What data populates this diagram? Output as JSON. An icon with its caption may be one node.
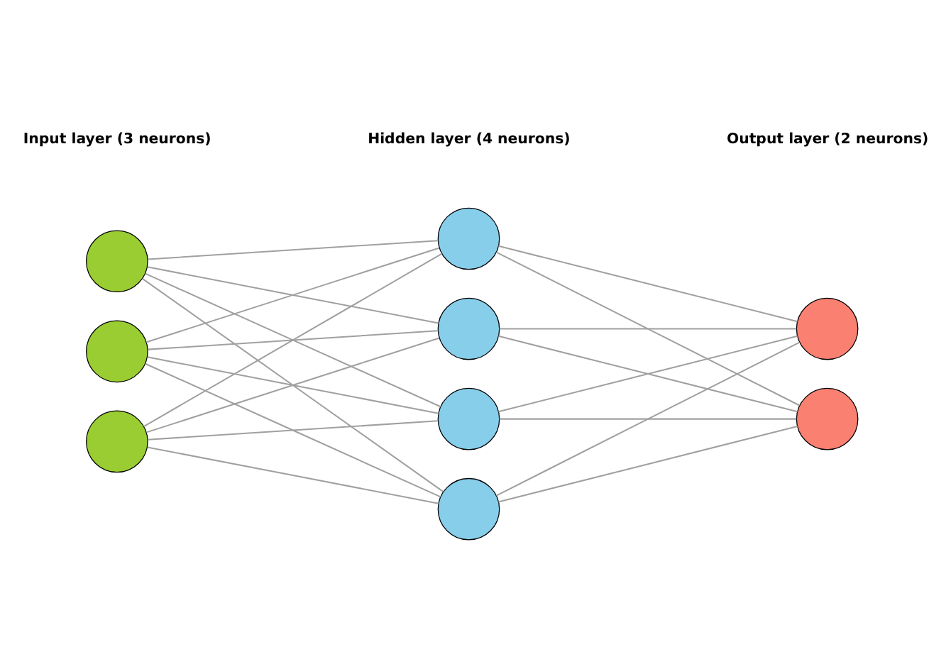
{
  "diagram": {
    "nodes": [
      {
        "text": [],
        "shape": "circle"
      },
      {
        "text": [],
        "shape": "circle"
      },
      {
        "text": [],
        "shape": "circle"
      },
      {
        "text": [],
        "shape": "circle"
      },
      {
        "text": [],
        "shape": "circle"
      },
      {
        "text": [],
        "shape": "circle"
      },
      {
        "text": [],
        "shape": "circle"
      },
      {
        "text": [],
        "shape": "circle"
      },
      {
        "text": [],
        "shape": "circle"
      }
    ],
    "edges": [
      {
        "from": 0,
        "to": 3,
        "arrow": "none"
      },
      {
        "from": 0,
        "to": 4,
        "arrow": "none"
      },
      {
        "from": 0,
        "to": 5,
        "arrow": "none"
      },
      {
        "from": 0,
        "to": 6,
        "arrow": "none"
      },
      {
        "from": 1,
        "to": 3,
        "arrow": "none"
      },
      {
        "from": 1,
        "to": 4,
        "arrow": "none"
      },
      {
        "from": 1,
        "to": 5,
        "arrow": "none"
      },
      {
        "from": 1,
        "to": 6,
        "arrow": "none"
      },
      {
        "from": 2,
        "to": 3,
        "arrow": "none"
      },
      {
        "from": 2,
        "to": 4,
        "arrow": "none"
      },
      {
        "from": 2,
        "to": 5,
        "arrow": "none"
      },
      {
        "from": 2,
        "to": 6,
        "arrow": "none"
      },
      {
        "from": 3,
        "to": 7,
        "arrow": "none"
      },
      {
        "from": 3,
        "to": 8,
        "arrow": "none"
      },
      {
        "from": 4,
        "to": 7,
        "arrow": "none"
      },
      {
        "from": 4,
        "to": 8,
        "arrow": "none"
      },
      {
        "from": 5,
        "to": 7,
        "arrow": "none"
      },
      {
        "from": 5,
        "to": 8,
        "arrow": "none"
      },
      {
        "from": 6,
        "to": 7,
        "arrow": "none"
      },
      {
        "from": 6,
        "to": 8,
        "arrow": "none"
      }
    ],
    "labels": [
      "Input layer (3 neurons)",
      "Hidden layer (4 neurons)",
      "Output layer (2 neurons)"
    ]
  }
}
